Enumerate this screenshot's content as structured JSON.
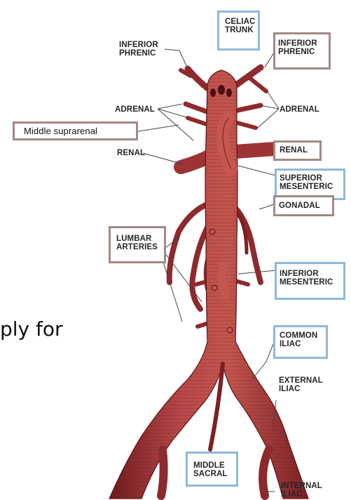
{
  "diagram": {
    "partial_slide_text": "ply for",
    "colors": {
      "artery": "#a7383a",
      "artery_dark": "#6e1c1f",
      "artery_light": "#d6706a",
      "blue_box": "#8fb8dd",
      "brown_box": "#a18a86"
    },
    "labels": {
      "celiac_trunk": [
        "CELIAC",
        "TRUNK"
      ],
      "inferior_phrenic_left": [
        "INFERIOR",
        "PHRENIC"
      ],
      "inferior_phrenic_right": [
        "INFERIOR",
        "PHRENIC"
      ],
      "adrenal_left": "ADRENAL",
      "adrenal_right": "ADRENAL",
      "middle_suprarenal": "Middle suprarenal",
      "renal_left": "RENAL",
      "renal_right": "RENAL",
      "superior_mesenteric": [
        "SUPERIOR",
        "MESENTERIC"
      ],
      "gonadal": "GONADAL",
      "lumbar_arteries": [
        "LUMBAR",
        "ARTERIES"
      ],
      "inferior_mesenteric": [
        "INFERIOR",
        "MESENTERIC"
      ],
      "common_iliac": [
        "COMMON",
        "ILIAC"
      ],
      "external_iliac": [
        "EXTERNAL",
        "ILIAC"
      ],
      "middle_sacral": [
        "MIDDLE",
        "SACRAL"
      ],
      "internal_iliac": [
        "INTERNAL",
        "ILIAC"
      ]
    }
  }
}
